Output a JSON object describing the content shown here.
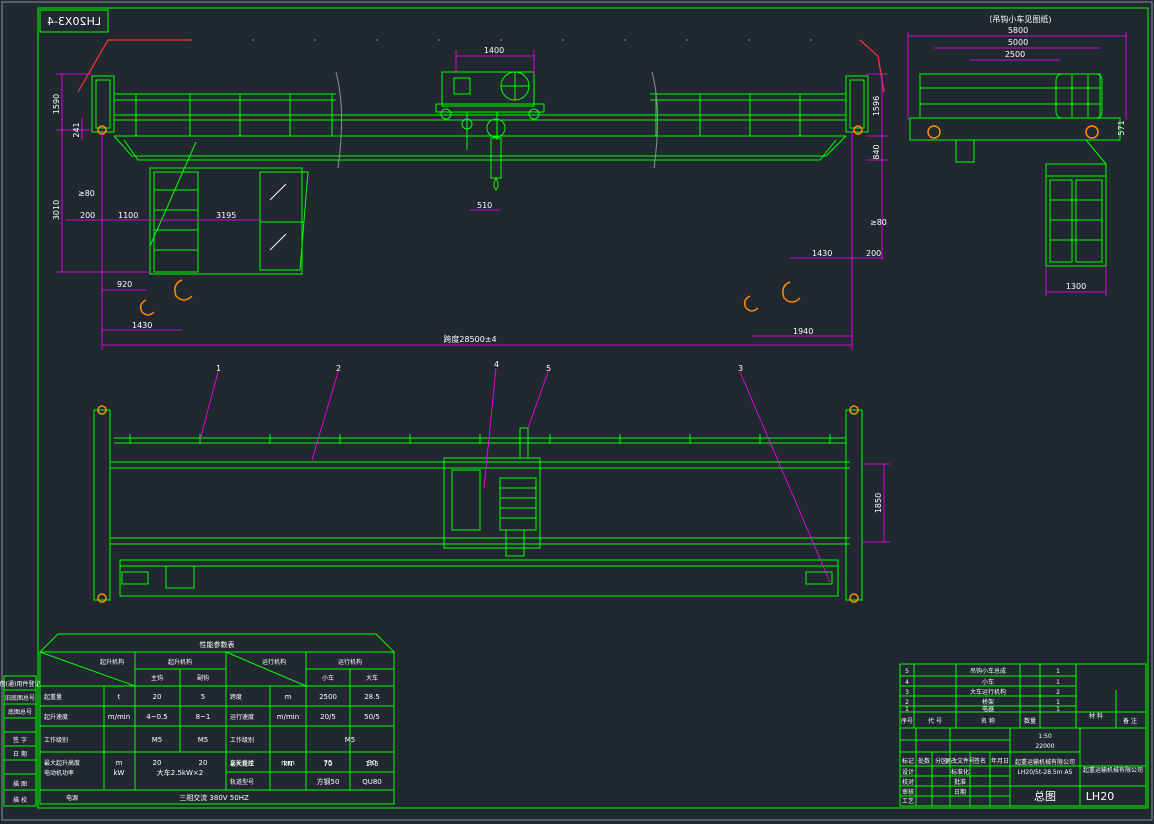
{
  "drawing": {
    "mirrored_code": "LH20X3-4",
    "side_view_title": "（吊钩小车见图纸)",
    "title_code": "LH20",
    "title_name": "总图"
  },
  "dimensions": {
    "trolley_gauge": "1400",
    "span": "跨度28500±4",
    "d1590": "1590",
    "d241": "241",
    "d3010": "3010",
    "d_ge80_l": "≥80",
    "d200_l": "200",
    "d1100": "1100",
    "d3195": "3195",
    "d510": "510",
    "d1596": "1596",
    "d840": "840",
    "d_ge80_r": "≥80",
    "d1430_r": "1430",
    "d200_r": "200",
    "d920": "920",
    "d1430_l": "1430",
    "d1940": "1940",
    "d1850": "1850",
    "s5800": "5800",
    "s5000": "5000",
    "s2500": "2500",
    "s571": "571",
    "s1300": "1300"
  },
  "callouts": [
    "1",
    "2",
    "4",
    "5",
    "3"
  ],
  "perf_table": {
    "title": "性能参数表",
    "diag_left": "起升机构",
    "col_left_a": "主钩",
    "col_left_b": "副钩",
    "col_left_head": "起升机构",
    "diag_right": "运行机构",
    "col_right_head": "运行机构",
    "col_right_a": "小车",
    "col_right_b": "大车",
    "rows": [
      {
        "label": "起重量",
        "unit": "t",
        "a": "20",
        "b": "5",
        "label2": "跨度",
        "unit2": "m",
        "c": "2500",
        "d": "28.5"
      },
      {
        "label": "起升速度",
        "unit": "m/min",
        "a": "4~0.5",
        "b": "8~1",
        "label2": "运行速度",
        "unit2": "m/min",
        "c": "20/5",
        "d": "50/5"
      },
      {
        "label": "工作级别",
        "unit": "",
        "a": "M5",
        "b": "M5",
        "label2": "工作级别",
        "unit2": "",
        "c": "M5",
        "d": ""
      },
      {
        "label": "最大起升高度",
        "unit": "m",
        "a": "20",
        "b": "20",
        "label2": "车轮直径",
        "unit2": "mm",
        "c": "75",
        "d": "90"
      },
      {
        "label": "电动机功率",
        "unit": "kW",
        "a": "大车2.5kW×2",
        "b": "",
        "label2": "最大轮压",
        "unit2": "kN",
        "c": "70",
        "d": "175"
      },
      {
        "label": "",
        "unit": "",
        "a": "",
        "b": "",
        "label2": "轨道型号",
        "unit2": "",
        "c": "方钢50",
        "d": "QU80"
      }
    ],
    "power_label": "电源",
    "power_value": "三相交流   380V   50HZ"
  },
  "left_sidebar": [
    "借(通)用件登记",
    "旧底图总号",
    "底图总号",
    "签 字",
    "日 期",
    "描 图",
    "描 校"
  ],
  "parts_list": {
    "items": [
      {
        "no": "5",
        "name": "吊钩小车总成",
        "qty": "1"
      },
      {
        "no": "4",
        "name": "小车",
        "qty": "1"
      },
      {
        "no": "3",
        "name": "大车运行机构",
        "qty": "2"
      },
      {
        "no": "2",
        "name": "桥架",
        "qty": "1"
      },
      {
        "no": "1",
        "name": "电器",
        "qty": "1"
      }
    ],
    "head_no": "序号",
    "head_code": "代 号",
    "head_name": "名 称",
    "head_qty": "数量",
    "head_material": "材 料",
    "head_note": "备 注"
  },
  "title_block": {
    "company": "起重运输机械有限公司",
    "model": "LH20/5t-28.5m A5",
    "rows": [
      "设计",
      "校对",
      "审核",
      "工艺",
      "标准化"
    ],
    "cols": [
      "标记",
      "处数",
      "分区",
      "更改文件号",
      "签名",
      "年月日"
    ],
    "approve": "批准",
    "date": "日期",
    "scale": "1:50",
    "weight": "22000"
  },
  "colors": {
    "background": "#212830",
    "frame": "#00ff00",
    "dimension": "#ff00ff",
    "text": "#ffffff",
    "bearing": "#ff8c00"
  }
}
